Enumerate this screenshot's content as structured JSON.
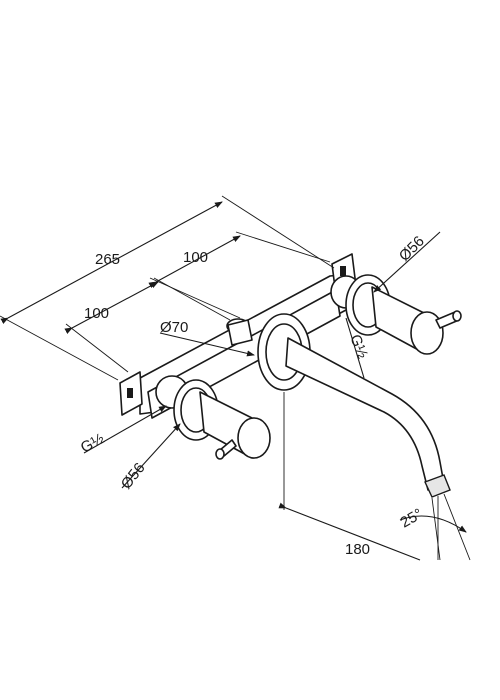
{
  "dimensions": {
    "overall_width": "265",
    "left_spacing": "100",
    "right_spacing": "100",
    "flange_diameter": "Ø70",
    "handle_diameter_right": "Ø56",
    "handle_diameter_left": "Ø56",
    "thread_left": "G½",
    "thread_right": "G½",
    "spout_reach": "180",
    "spout_angle": "25°"
  },
  "icons": {
    "arrow": "arrowhead-icon"
  }
}
